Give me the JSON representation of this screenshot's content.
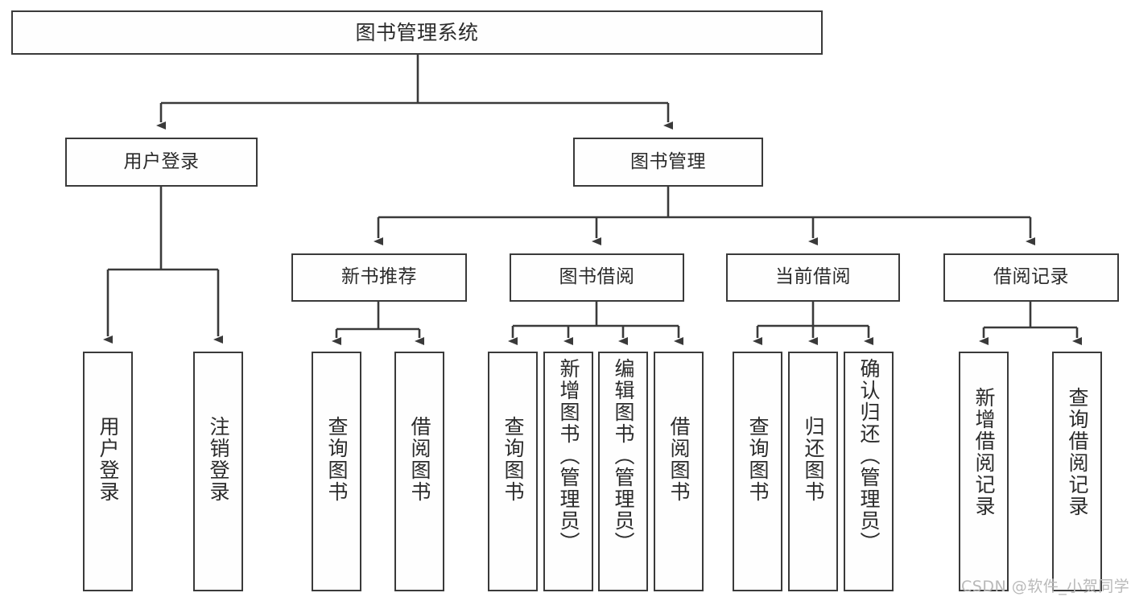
{
  "diagram": {
    "title": "图书管理系统",
    "type": "tree-hierarchy",
    "watermark": "CSDN @软件_小贺同学",
    "colors": {
      "stroke": "#3a3a3a",
      "fill": "#fefefe",
      "text": "#2b2b2b",
      "watermark": "#b9b9b9"
    },
    "nodes": {
      "root": {
        "label": "图书管理系统"
      },
      "level2": [
        {
          "label": "用户登录"
        },
        {
          "label": "图书管理"
        }
      ],
      "level3": [
        {
          "label": "新书推荐"
        },
        {
          "label": "图书借阅"
        },
        {
          "label": "当前借阅"
        },
        {
          "label": "借阅记录"
        }
      ],
      "leaves": {
        "user_login": [
          {
            "label": "用户登录"
          },
          {
            "label": "注销登录"
          }
        ],
        "new_book": [
          {
            "label": "查询图书"
          },
          {
            "label": "借阅图书"
          }
        ],
        "book_borrow": [
          {
            "label": "查询图书"
          },
          {
            "label": "新增图书（管理员）"
          },
          {
            "label": "编辑图书（管理员）"
          },
          {
            "label": "借阅图书"
          }
        ],
        "current_borrow": [
          {
            "label": "查询图书"
          },
          {
            "label": "归还图书"
          },
          {
            "label": "确认归还（管理员）"
          }
        ],
        "borrow_record": [
          {
            "label": "新增借阅记录"
          },
          {
            "label": "查询借阅记录"
          }
        ]
      }
    }
  }
}
